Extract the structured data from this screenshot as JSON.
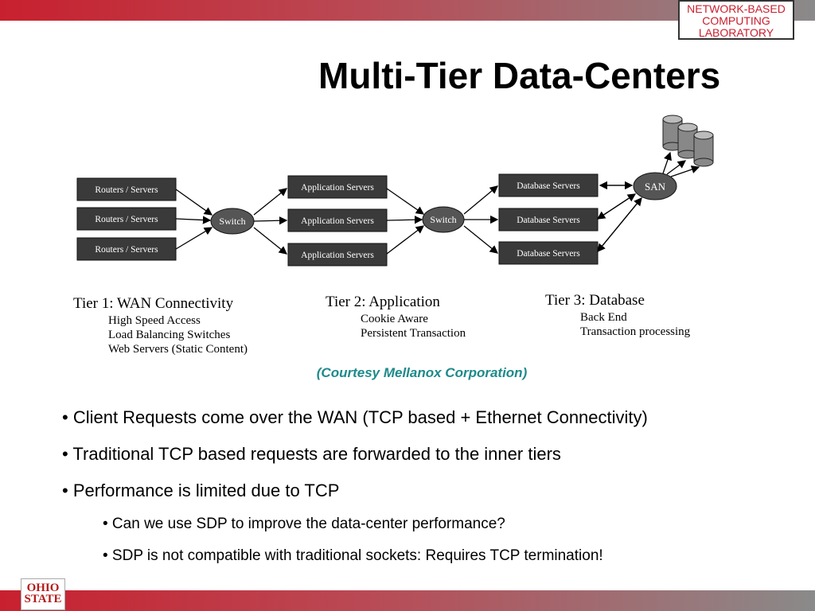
{
  "header": {
    "logo_lines": [
      "NETWORK-BASED",
      "COMPUTING",
      "LABORATORY"
    ],
    "title": "Multi-Tier Data-Centers"
  },
  "diagram": {
    "routers": [
      "Routers / Servers",
      "Routers / Servers",
      "Routers / Servers"
    ],
    "switch_labels": [
      "Switch",
      "Switch"
    ],
    "app_servers": [
      "Application Servers",
      "Application Servers",
      "Application Servers"
    ],
    "db_servers": [
      "Database Servers",
      "Database Servers",
      "Database Servers"
    ],
    "san_label": "SAN",
    "tiers": [
      {
        "title": "Tier 1: WAN Connectivity",
        "items": [
          "High Speed Access",
          "Load Balancing Switches",
          "Web Servers (Static Content)"
        ]
      },
      {
        "title": "Tier 2: Application",
        "items": [
          "Cookie Aware",
          "Persistent Transaction"
        ]
      },
      {
        "title": "Tier 3: Database",
        "items": [
          "Back End",
          "Transaction processing"
        ]
      }
    ]
  },
  "courtesy": "(Courtesy Mellanox Corporation)",
  "bullets": [
    "• Client Requests come over the WAN (TCP based + Ethernet Connectivity)",
    "• Traditional TCP based requests are forwarded to the inner tiers",
    "• Performance is limited due to TCP"
  ],
  "sub_bullets": [
    "• Can we use SDP to improve the data-center performance?",
    "• SDP is not compatible with traditional sockets: Requires TCP termination!"
  ],
  "footer": {
    "osu_logo_lines": [
      "OHIO",
      "STATE"
    ]
  },
  "colors": {
    "brand_red": "#c8202e",
    "courtesy_teal": "#1e8a8a",
    "box_fill": "#3a3a3a"
  }
}
